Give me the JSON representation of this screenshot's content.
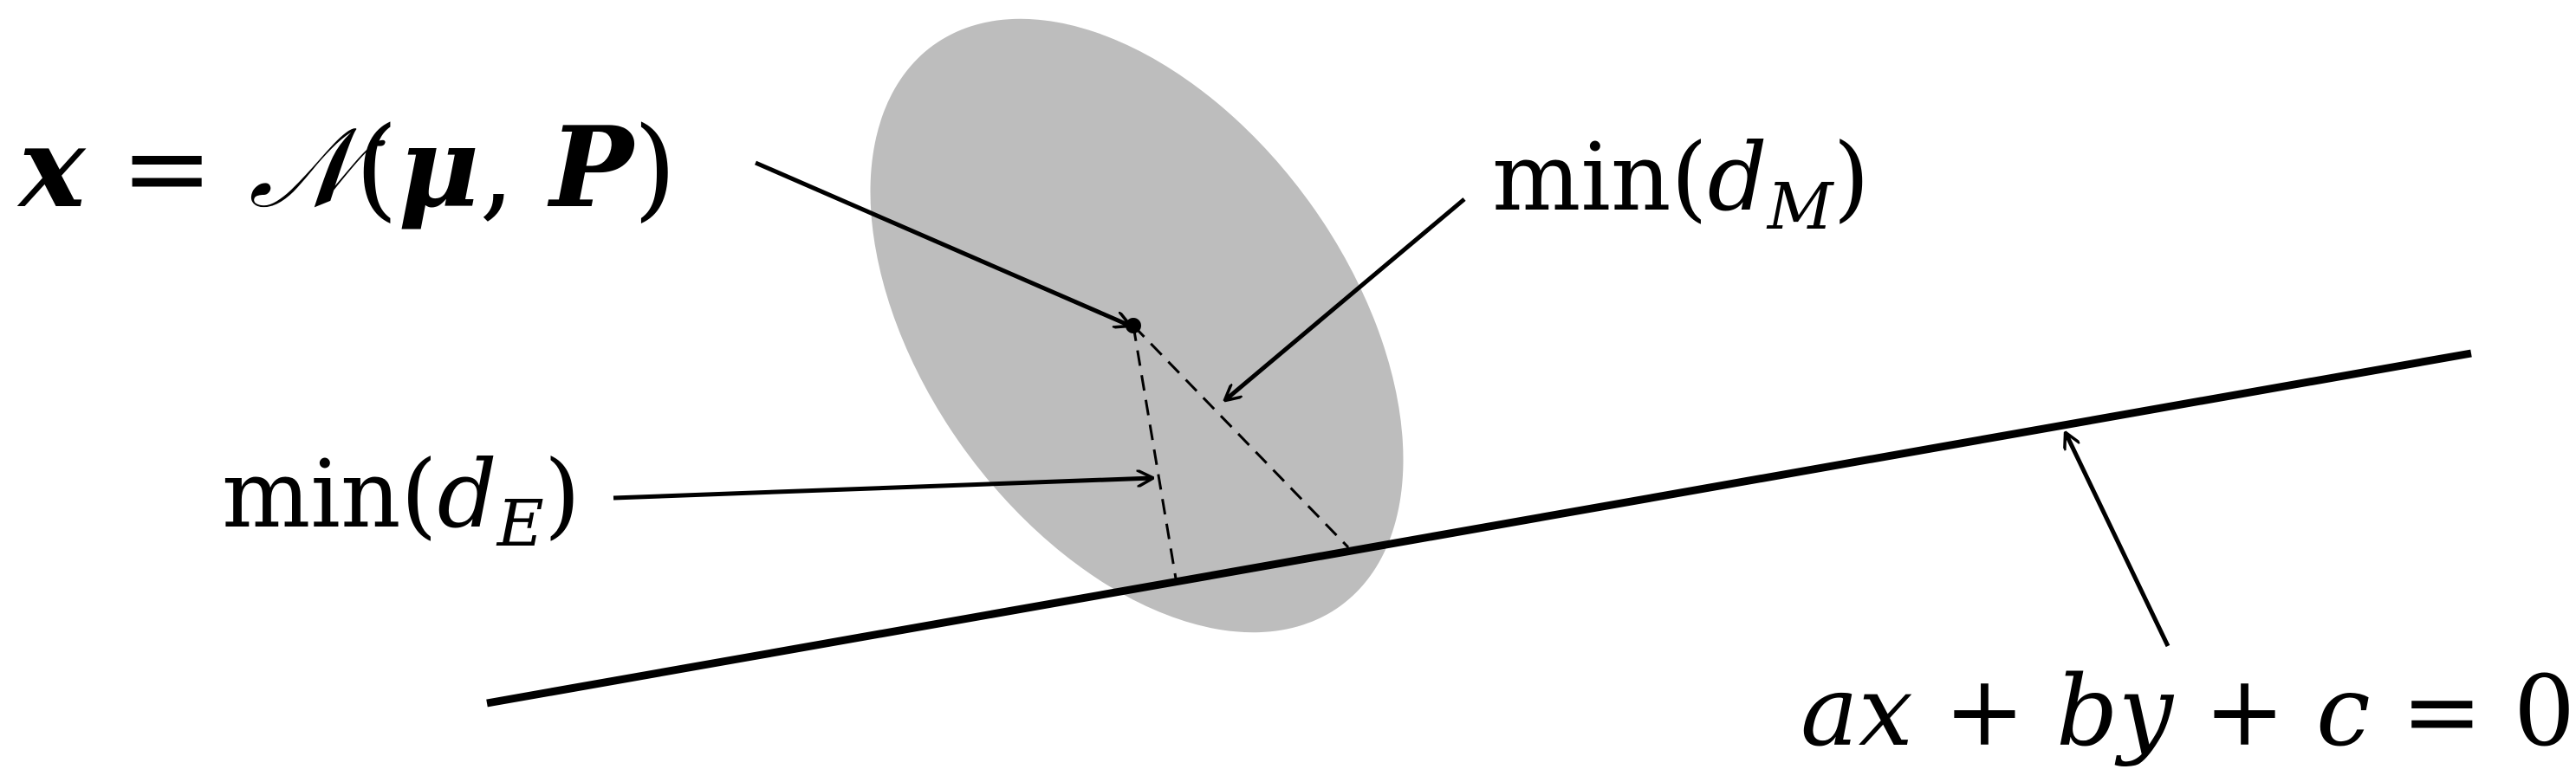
{
  "colors": {
    "ellipse_fill": "#bdbdbd",
    "ink": "#000000",
    "background": "#ffffff"
  },
  "labels": {
    "gaussian": {
      "x": "x",
      "eq": " = ",
      "N": "𝒩",
      "open": "(",
      "mu": "μ",
      "comma": ", ",
      "P": "P",
      "close": ")"
    },
    "min_dm": {
      "fn": "min(",
      "d": "d",
      "sub": "M",
      "close": ")"
    },
    "min_de": {
      "fn": "min(",
      "d": "d",
      "sub": "E",
      "close": ")"
    },
    "line_eq": {
      "a": "a",
      "x": "x",
      "plus1": " + ",
      "b": "b",
      "y": "y",
      "plus2": " + ",
      "c": "c",
      "eq": " = 0"
    }
  }
}
